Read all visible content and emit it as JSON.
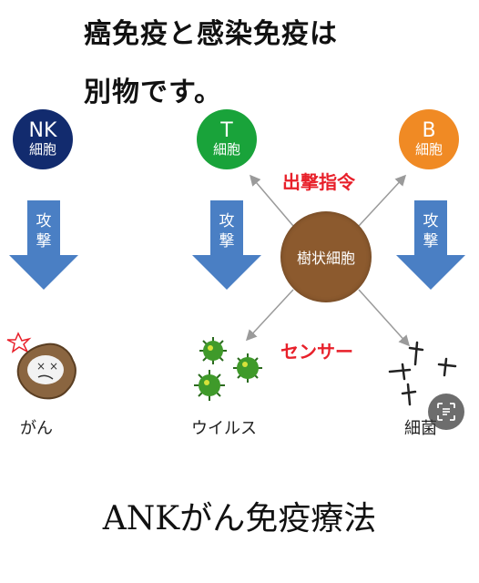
{
  "heading": {
    "line1": "癌免疫と感染免疫は",
    "line2": "別物です。"
  },
  "cells": {
    "nk": {
      "name": "NK",
      "type": "細胞",
      "color": "#122b6e"
    },
    "t": {
      "name": "T",
      "type": "細胞",
      "color": "#19a33a"
    },
    "b": {
      "name": "B",
      "type": "細胞",
      "color": "#f08a24"
    },
    "dendritic": {
      "label": "樹状細胞",
      "color": "#8c5a2e"
    }
  },
  "attack_label": [
    "攻",
    "撃"
  ],
  "signals": {
    "command": "出撃指令",
    "sensor": "センサー"
  },
  "targets": {
    "cancer": "がん",
    "virus": "ウイルス",
    "bacteria": "細菌"
  },
  "footer": "ANKがん免疫療法",
  "colors": {
    "arrow": "#4a7fc4",
    "accent_red": "#e8202a"
  }
}
